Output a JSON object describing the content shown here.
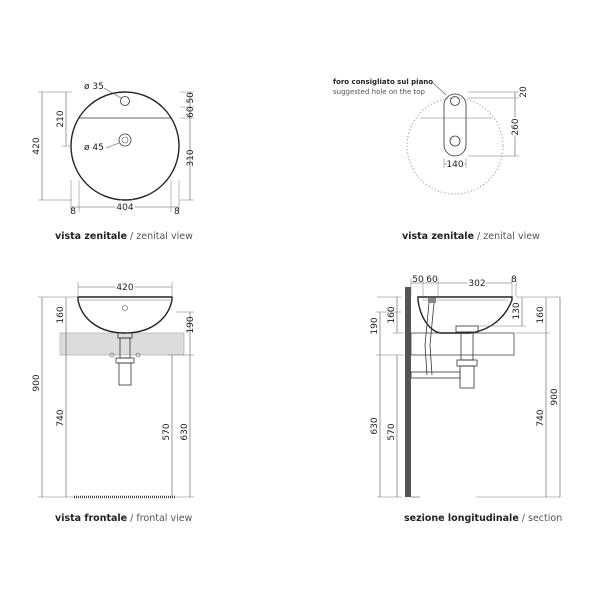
{
  "views": {
    "top_left": {
      "caption_bold": "vista zenitale",
      "caption_sep": " / ",
      "caption_en": "zenital view",
      "dims": {
        "hole_small": "ø 35",
        "hole_large": "ø 45",
        "d420": "420",
        "d210": "210",
        "d6050": "60 50",
        "d310": "310",
        "d8_left": "8",
        "d404": "404",
        "d8_right": "8"
      }
    },
    "top_right": {
      "caption_bold": "vista zenitale",
      "caption_sep": " / ",
      "caption_en": "zenital view",
      "note_it": "foro consigliato sul piano",
      "note_en": "suggested hole on the top",
      "dims": {
        "d20": "20",
        "d260": "260",
        "d140": "140"
      }
    },
    "front": {
      "caption_bold": "vista frontale",
      "caption_sep": " / ",
      "caption_en": "frontal view",
      "dims": {
        "d420": "420",
        "d160": "160",
        "d190": "190",
        "d900": "900",
        "d740": "740",
        "d570": "570",
        "d630": "630"
      }
    },
    "section": {
      "caption_bold": "sezione longitudinale",
      "caption_sep": " / ",
      "caption_en": "section",
      "dims": {
        "d50": "50",
        "d60": "60",
        "d302": "302",
        "d8": "8",
        "d190": "190",
        "d160_left": "160",
        "d130": "130",
        "d160_right": "160",
        "d630": "630",
        "d570": "570",
        "d740": "740",
        "d900": "900"
      }
    }
  }
}
